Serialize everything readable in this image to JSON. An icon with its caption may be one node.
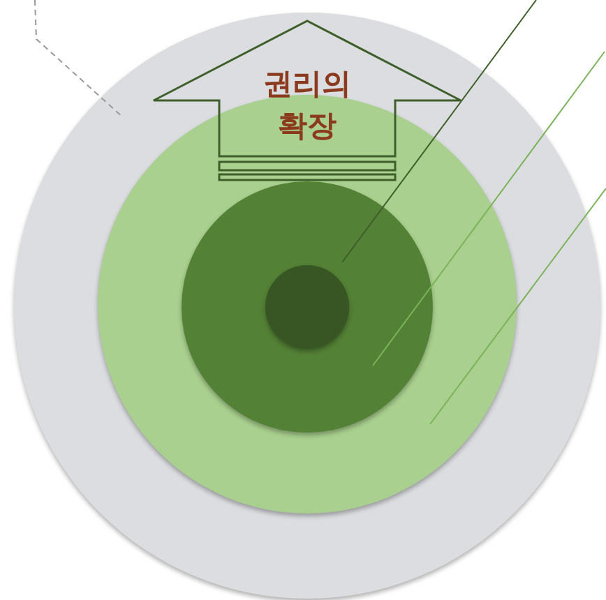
{
  "diagram": {
    "nodes": [
      {
        "text": [],
        "shape": "circle"
      },
      {
        "text": [],
        "shape": "circle",
        "in": 0
      },
      {
        "text": [],
        "shape": "circle",
        "in": 1
      },
      {
        "text": [],
        "shape": "circle",
        "in": 2
      },
      {
        "text": [
          "권리의 확장"
        ],
        "in": 0
      }
    ],
    "edges": [
      {
        "from": null,
        "to": 0,
        "arrow": "none",
        "style": "dashed",
        "color": "#999999"
      },
      {
        "from": null,
        "to": 2,
        "arrow": "none",
        "color": "#3f5f2a"
      },
      {
        "from": null,
        "to": 2,
        "arrow": "none"
      },
      {
        "from": null,
        "to": 1,
        "arrow": "none"
      }
    ]
  }
}
